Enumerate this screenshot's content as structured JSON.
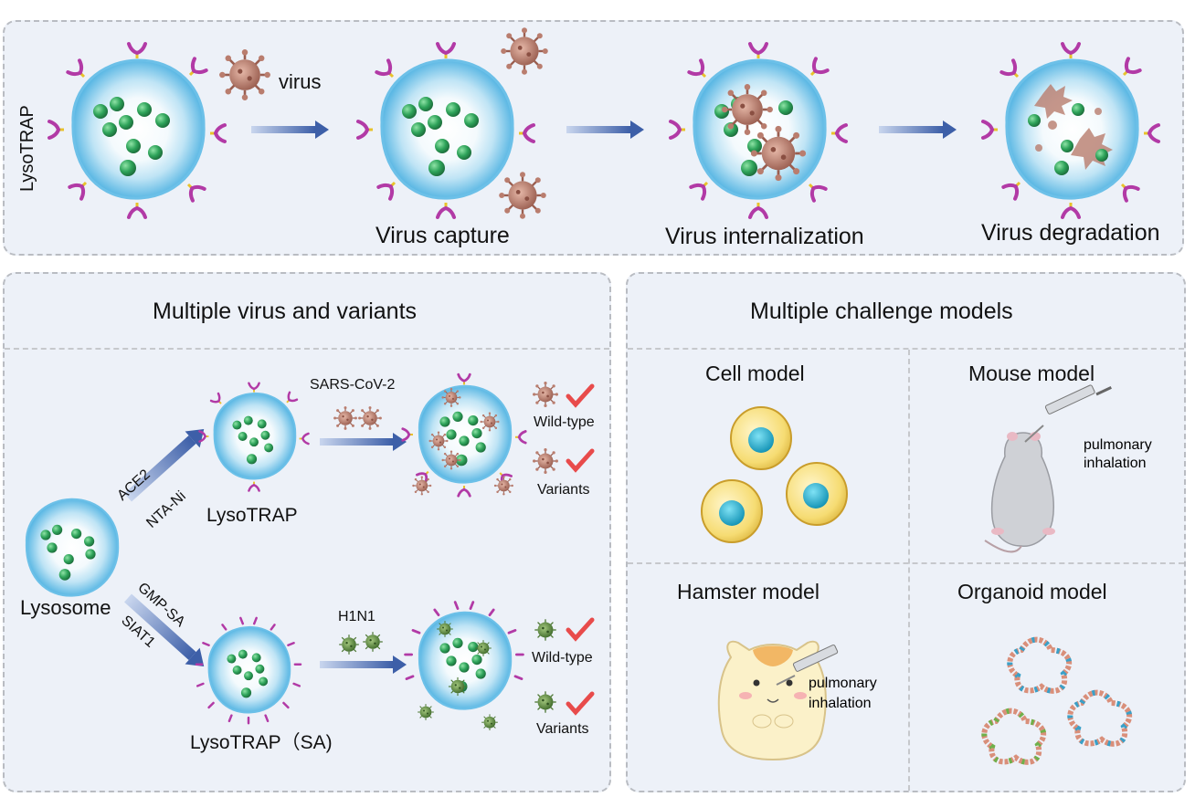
{
  "top": {
    "side_label": "LysoTRAP",
    "virus_label": "virus",
    "steps": [
      "Virus capture",
      "Virus internalization",
      "Virus degradation"
    ]
  },
  "left": {
    "title": "Multiple virus and variants",
    "lysosome_label": "Lysosome",
    "upper": {
      "arrow_top_label": "ACE2",
      "arrow_bottom_label": "NTA-Ni",
      "product_label": "LysoTRAP",
      "virus_label": "SARS-CoV-2",
      "results": [
        "Wild-type",
        "Variants"
      ]
    },
    "lower": {
      "arrow_top_label": "GMP-SA",
      "arrow_bottom_label": "SIAT1",
      "product_label": "LysoTRAP（SA)",
      "virus_label": "H1N1",
      "results": [
        "Wild-type",
        "Variants"
      ]
    }
  },
  "right": {
    "title": "Multiple challenge models",
    "models": [
      {
        "name": "Cell model"
      },
      {
        "name": "Mouse model",
        "note_line1": "pulmonary",
        "note_line2": "inhalation"
      },
      {
        "name": "Hamster model",
        "note_line1": "pulmonary",
        "note_line2": "inhalation"
      },
      {
        "name": "Organoid model"
      }
    ]
  },
  "colors": {
    "membrane": "#7fc9ec",
    "granule": "#2e9e5a",
    "receptor": "#b23aa6",
    "coronavirus": "#b97d6e",
    "influenza": "#5d8a3c",
    "check": "#e84b4b",
    "arrow": "#4a6fb5",
    "cell_outer": "#f4d466",
    "cell_nucleus": "#1fb0d2"
  }
}
